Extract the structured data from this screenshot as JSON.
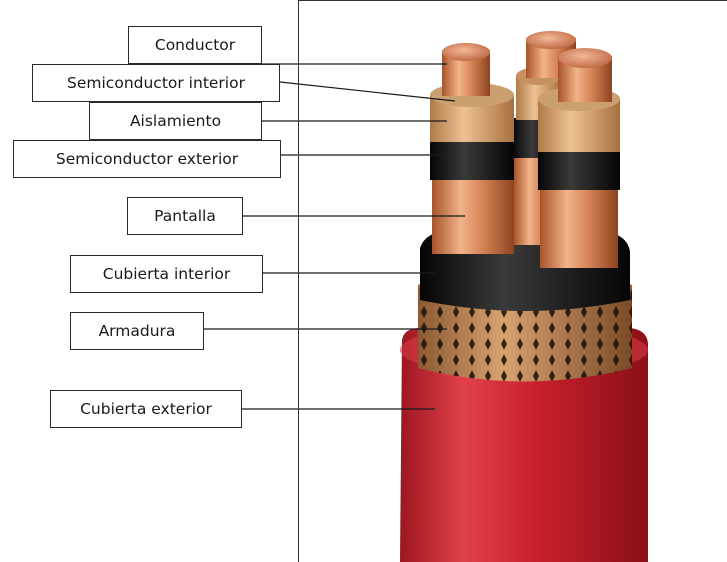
{
  "diagram": {
    "labels": [
      {
        "id": "conductor",
        "text": "Conductor"
      },
      {
        "id": "semi-int",
        "text": "Semiconductor interior"
      },
      {
        "id": "aislamiento",
        "text": "Aislamiento"
      },
      {
        "id": "semi-ext",
        "text": "Semiconductor exterior"
      },
      {
        "id": "pantalla",
        "text": "Pantalla"
      },
      {
        "id": "cubierta-int",
        "text": "Cubierta interior"
      },
      {
        "id": "armadura",
        "text": "Armadura"
      },
      {
        "id": "cubierta-ext",
        "text": "Cubierta exterior"
      }
    ],
    "colors": {
      "jacket_red": "#c8202c",
      "copper": "#d9865a",
      "insulation_tan": "#d8a373",
      "semiconductor_black": "#141414",
      "armour_brown": "#b07850"
    }
  }
}
